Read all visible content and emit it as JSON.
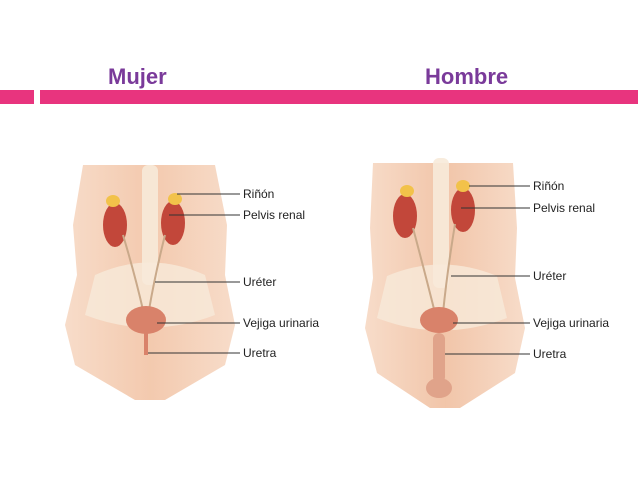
{
  "headings": {
    "left": "Mujer",
    "right": "Hombre"
  },
  "colors": {
    "accent": "#e8347e",
    "title": "#7a3a9a",
    "skin": "#f3c7a8",
    "bone": "#f7ead9",
    "kidney": "#c2473a",
    "bladder": "#d9826a"
  },
  "female_labels": [
    "Riñón",
    "Pelvis renal",
    "Uréter",
    "Vejiga urinaria",
    "Uretra"
  ],
  "male_labels": [
    "Riñón",
    "Pelvis renal",
    "Uréter",
    "Vejiga urinaria",
    "Uretra"
  ]
}
